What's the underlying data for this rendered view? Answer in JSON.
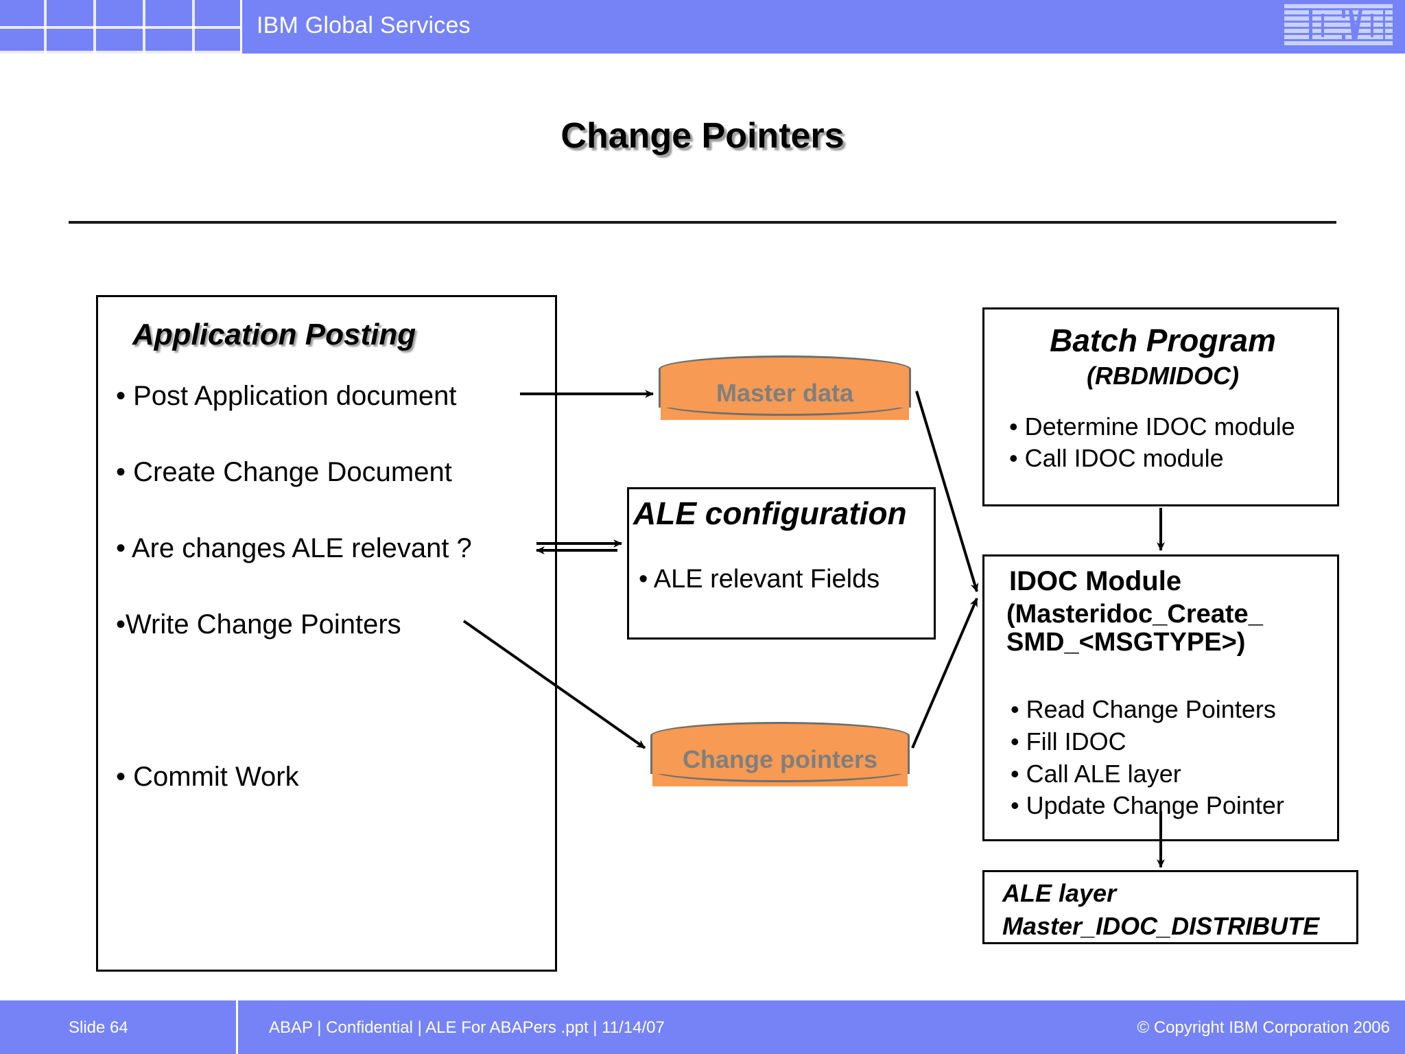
{
  "header": {
    "brand": "IBM Global Services",
    "logo": "ibm-logo"
  },
  "title": "Change Pointers",
  "application_posting": {
    "heading": "Application Posting",
    "bullets": [
      "• Post Application document",
      "• Create Change Document",
      "• Are changes ALE relevant ?",
      "•Write Change Pointers",
      "",
      "• Commit Work"
    ]
  },
  "ale_configuration": {
    "heading": "ALE configuration",
    "bullets": [
      "• ALE relevant Fields"
    ]
  },
  "batch_program": {
    "heading": "Batch Program",
    "subheading": "(RBDMIDOC)",
    "bullets": [
      "• Determine IDOC module",
      "• Call IDOC module"
    ]
  },
  "idoc_module": {
    "heading": "IDOC Module",
    "subheading_line1": "(Masteridoc_Create_",
    "subheading_line2": "SMD_<MSGTYPE>)",
    "bullets": [
      "• Read Change Pointers",
      "• Fill IDOC",
      "• Call ALE layer",
      "• Update Change Pointer"
    ]
  },
  "ale_layer": {
    "line1": "ALE layer",
    "line2": "Master_IDOC_DISTRIBUTE"
  },
  "datastores": [
    {
      "label": "Master data"
    },
    {
      "label": "Change pointers"
    }
  ],
  "footer": {
    "slide": "Slide 64",
    "middle": "ABAP  | Confidential  |   ALE For ABAPers .ppt  |  11/14/07",
    "copyright": "© Copyright IBM Corporation 2006"
  },
  "colors": {
    "band": "#7583f7",
    "cylinder_fill": "#f79a53",
    "cylinder_stroke": "#6e6e6e",
    "cylinder_text": "#7f7f7f",
    "ink": "#000000"
  }
}
